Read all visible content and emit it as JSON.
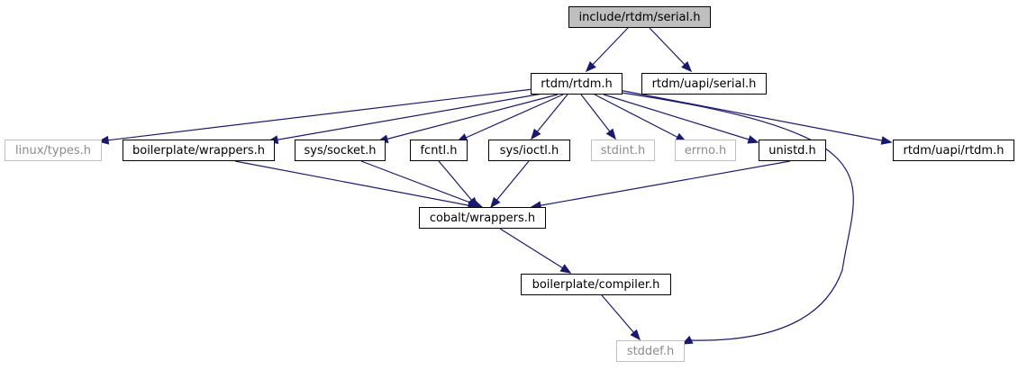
{
  "colors": {
    "edge": "#191970",
    "border": "#000000",
    "external_border": "#bfbfbf",
    "external_text": "#8c8c8c",
    "root_fill": "#bfbfbf",
    "text": "#000000"
  },
  "graph": {
    "nodes": [
      {
        "id": "serial",
        "label": "include/rtdm/serial.h",
        "style": "root"
      },
      {
        "id": "rtdm",
        "label": "rtdm/rtdm.h",
        "style": "normal"
      },
      {
        "id": "uapi_serial",
        "label": "rtdm/uapi/serial.h",
        "style": "normal"
      },
      {
        "id": "linux_types",
        "label": "linux/types.h",
        "style": "external"
      },
      {
        "id": "bp_wrappers",
        "label": "boilerplate/wrappers.h",
        "style": "normal"
      },
      {
        "id": "sys_socket",
        "label": "sys/socket.h",
        "style": "normal"
      },
      {
        "id": "fcntl",
        "label": "fcntl.h",
        "style": "normal"
      },
      {
        "id": "sys_ioctl",
        "label": "sys/ioctl.h",
        "style": "normal"
      },
      {
        "id": "stdint",
        "label": "stdint.h",
        "style": "external"
      },
      {
        "id": "errno",
        "label": "errno.h",
        "style": "external"
      },
      {
        "id": "unistd",
        "label": "unistd.h",
        "style": "normal"
      },
      {
        "id": "uapi_rtdm",
        "label": "rtdm/uapi/rtdm.h",
        "style": "normal"
      },
      {
        "id": "cobalt_wrappers",
        "label": "cobalt/wrappers.h",
        "style": "normal"
      },
      {
        "id": "bp_compiler",
        "label": "boilerplate/compiler.h",
        "style": "normal"
      },
      {
        "id": "stddef",
        "label": "stddef.h",
        "style": "external"
      }
    ],
    "edges": [
      {
        "from": "serial",
        "to": "rtdm"
      },
      {
        "from": "serial",
        "to": "uapi_serial"
      },
      {
        "from": "rtdm",
        "to": "linux_types"
      },
      {
        "from": "rtdm",
        "to": "bp_wrappers"
      },
      {
        "from": "rtdm",
        "to": "sys_socket"
      },
      {
        "from": "rtdm",
        "to": "fcntl"
      },
      {
        "from": "rtdm",
        "to": "sys_ioctl"
      },
      {
        "from": "rtdm",
        "to": "stdint"
      },
      {
        "from": "rtdm",
        "to": "errno"
      },
      {
        "from": "rtdm",
        "to": "unistd"
      },
      {
        "from": "rtdm",
        "to": "stddef"
      },
      {
        "from": "rtdm",
        "to": "uapi_rtdm"
      },
      {
        "from": "bp_wrappers",
        "to": "cobalt_wrappers"
      },
      {
        "from": "sys_socket",
        "to": "cobalt_wrappers"
      },
      {
        "from": "fcntl",
        "to": "cobalt_wrappers"
      },
      {
        "from": "sys_ioctl",
        "to": "cobalt_wrappers"
      },
      {
        "from": "unistd",
        "to": "cobalt_wrappers"
      },
      {
        "from": "cobalt_wrappers",
        "to": "bp_compiler"
      },
      {
        "from": "bp_compiler",
        "to": "stddef"
      }
    ]
  }
}
